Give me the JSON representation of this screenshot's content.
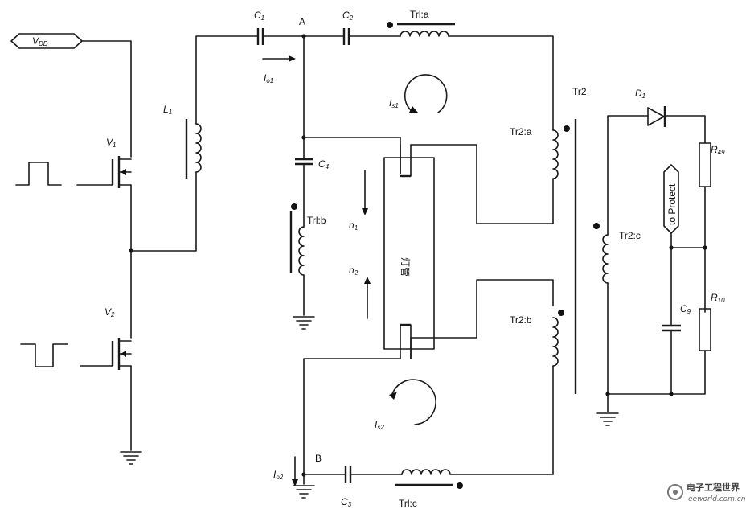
{
  "labels": {
    "vdd": "V",
    "vdd_sub": "DD",
    "c1": "C",
    "c1_sub": "1",
    "c2": "C",
    "c2_sub": "2",
    "c3": "C",
    "c3_sub": "3",
    "c4": "C",
    "c4_sub": "4",
    "c9": "C",
    "c9_sub": "9",
    "node_a": "A",
    "node_b": "B",
    "l1": "L",
    "l1_sub": "1",
    "v1": "V",
    "v1_sub": "1",
    "v2": "V",
    "v2_sub": "2",
    "d1": "D",
    "d1_sub": "1",
    "r49": "R",
    "r49_sub": "49",
    "r10": "R",
    "r10_sub": "10",
    "io1": "I",
    "io1_sub": "o1",
    "io2": "I",
    "io2_sub": "o2",
    "is1": "I",
    "is1_sub": "s1",
    "is2": "I",
    "is2_sub": "s2",
    "n1": "n",
    "n1_sub": "1",
    "n2": "n",
    "n2_sub": "2",
    "trla": "Trl:a",
    "trlb": "Trl:b",
    "trlc": "Trl:c",
    "tr2": "Tr2",
    "tr2a": "Tr2:a",
    "tr2b": "Tr2:b",
    "tr2c": "Tr2:c",
    "lamp": "灯管",
    "protect": "to Protect"
  },
  "watermark": {
    "name": "电子工程世界",
    "site": "eeworld.com.cn"
  },
  "colors": {
    "ink": "#1a1a1a",
    "background": "#ffffff"
  }
}
